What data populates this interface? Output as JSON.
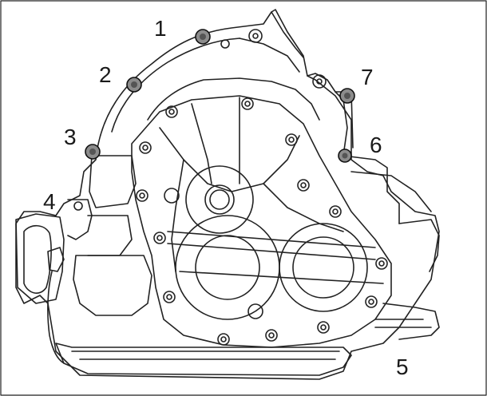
{
  "callouts": {
    "c1": "1",
    "c2": "2",
    "c3": "3",
    "c4": "4",
    "c5": "5",
    "c6": "6",
    "c7": "7"
  },
  "colors": {
    "line": "#222222",
    "bolt_fill": "#8c8c8c",
    "background": "#ffffff"
  }
}
